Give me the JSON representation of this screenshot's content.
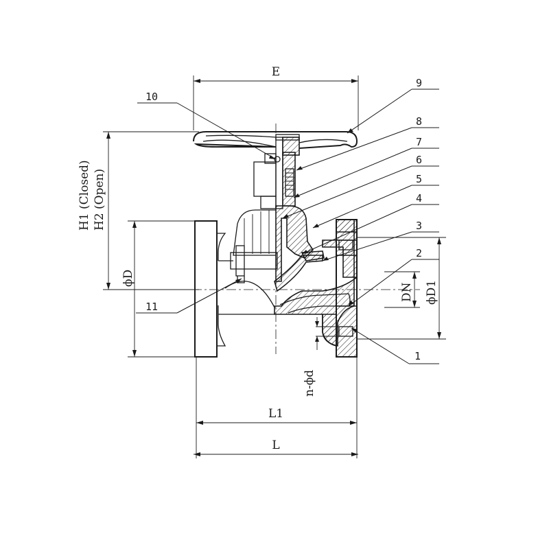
{
  "dimensions": {
    "E": "E",
    "H1": "H1 (Closed)",
    "H2": "H2 (Open)",
    "D": "ϕD",
    "D1": "ϕD1",
    "DN": "DN",
    "nd": "n-ϕd",
    "L1": "L1",
    "L": "L"
  },
  "callouts": [
    "1",
    "2",
    "3",
    "4",
    "5",
    "6",
    "7",
    "8",
    "9",
    "10",
    "11"
  ]
}
